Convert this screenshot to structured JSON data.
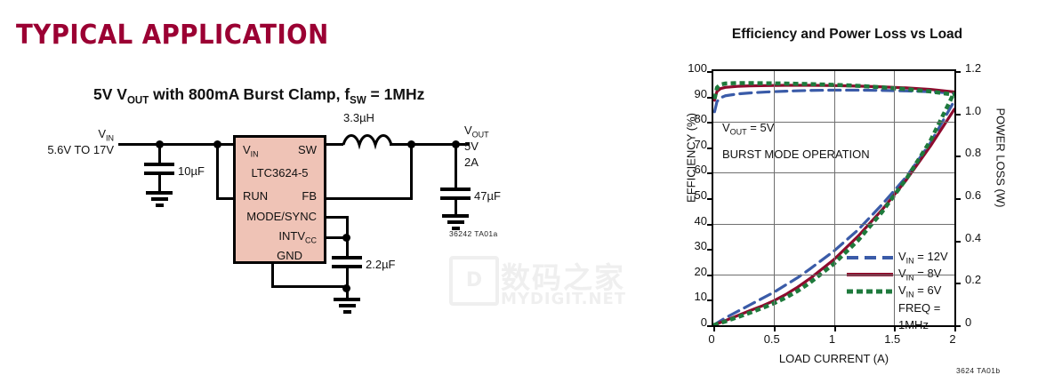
{
  "section": {
    "title": "TYPICAL APPLICATION",
    "title_color": "#9B0033"
  },
  "application": {
    "subtitle_pre": "5V V",
    "subtitle_sub1": "OUT",
    "subtitle_mid": " with 800mA Burst Clamp, f",
    "subtitle_sub2": "SW",
    "subtitle_post": " = 1MHz",
    "caption": "36242 TA01a",
    "ic": {
      "name": "LTC3624-5",
      "fill_color": "#EFC3B6",
      "pins": {
        "vin": "V",
        "vin_sub": "IN",
        "sw": "SW",
        "run": "RUN",
        "fb": "FB",
        "mode_sync": "MODE/SYNC",
        "intvcc": "INTV",
        "intvcc_sub": "CC",
        "gnd": "GND"
      }
    },
    "input": {
      "name": "V",
      "name_sub": "IN",
      "range": "5.6V TO 17V"
    },
    "output": {
      "name": "V",
      "name_sub": "OUT",
      "voltage": "5V",
      "current": "2A"
    },
    "components": {
      "cin": "10µF",
      "inductor": "3.3µH",
      "cout": "47µF",
      "cintvcc": "2.2µF"
    }
  },
  "watermark": {
    "badge": "D",
    "cn": "数码之家",
    "en": "MYDIGIT.NET"
  },
  "chart_caption": "3624 TA01b",
  "chart_data": {
    "type": "line",
    "title": "Efficiency and Power Loss vs Load",
    "xlabel": "LOAD CURRENT (A)",
    "ylabel": "EFFICIENCY (%)",
    "y2label": "POWER LOSS (W)",
    "xlim": [
      0,
      2
    ],
    "ylim": [
      0,
      100
    ],
    "y2lim": [
      0,
      1.2
    ],
    "xticks": [
      "0",
      "0.5",
      "1",
      "1.5",
      "2"
    ],
    "yticks": [
      "0",
      "10",
      "20",
      "30",
      "40",
      "50",
      "60",
      "70",
      "80",
      "90",
      "100"
    ],
    "y2ticks": [
      "0",
      "0.2",
      "0.4",
      "0.6",
      "0.8",
      "1.0",
      "1.2"
    ],
    "grid": true,
    "annotations": [
      {
        "pre": "V",
        "sub": "OUT",
        "post": " = 5V"
      },
      {
        "pre": "BURST MODE OPERATION",
        "sub": "",
        "post": ""
      }
    ],
    "legend": {
      "position": "inside-bottom-right",
      "entries": [
        {
          "pre": "V",
          "sub": "IN",
          "post": " = 12V",
          "color": "#3A5BA8",
          "style": "dashed"
        },
        {
          "pre": "V",
          "sub": "IN",
          "post": " = 8V",
          "color": "#8E0B2E",
          "style": "solid"
        },
        {
          "pre": "V",
          "sub": "IN",
          "post": " = 6V",
          "color": "#1E7A3C",
          "style": "dotted"
        }
      ],
      "note": "FREQ = 1MHz"
    },
    "series": [
      {
        "name": "Efficiency VIN = 12V",
        "axis": "left",
        "color": "#3A5BA8",
        "style": "dashed",
        "x": [
          0.01,
          0.03,
          0.06,
          0.1,
          0.2,
          0.3,
          0.45,
          0.6,
          0.8,
          1.0,
          1.2,
          1.4,
          1.6,
          1.8,
          2.0
        ],
        "y": [
          84.0,
          88.0,
          89.5,
          90.3,
          91.0,
          91.4,
          91.8,
          92.1,
          92.4,
          92.5,
          92.5,
          92.4,
          92.2,
          91.9,
          91.3
        ]
      },
      {
        "name": "Efficiency VIN = 8V",
        "axis": "left",
        "color": "#8E0B2E",
        "style": "solid",
        "x": [
          0.01,
          0.03,
          0.06,
          0.1,
          0.2,
          0.3,
          0.45,
          0.6,
          0.8,
          1.0,
          1.2,
          1.4,
          1.6,
          1.8,
          2.0
        ],
        "y": [
          88.5,
          92.0,
          93.1,
          93.6,
          94.0,
          94.2,
          94.3,
          94.4,
          94.4,
          94.3,
          94.1,
          93.8,
          93.4,
          92.8,
          91.8
        ]
      },
      {
        "name": "Efficiency VIN = 6V",
        "axis": "left",
        "color": "#1E7A3C",
        "style": "dotted",
        "x": [
          0.01,
          0.03,
          0.06,
          0.1,
          0.2,
          0.3,
          0.45,
          0.6,
          0.8,
          1.0,
          1.2,
          1.4,
          1.6,
          1.8,
          2.0
        ],
        "y": [
          89.0,
          93.5,
          94.7,
          95.1,
          95.3,
          95.3,
          95.2,
          95.1,
          94.9,
          94.6,
          94.2,
          93.6,
          92.9,
          92.0,
          90.7
        ]
      },
      {
        "name": "Power Loss VIN = 12V",
        "axis": "right",
        "color": "#3A5BA8",
        "style": "dashed",
        "x": [
          0.0,
          0.1,
          0.2,
          0.3,
          0.4,
          0.5,
          0.6,
          0.7,
          0.8,
          1.0,
          1.2,
          1.4,
          1.6,
          1.8,
          2.0
        ],
        "y": [
          0.0,
          0.035,
          0.065,
          0.095,
          0.125,
          0.155,
          0.19,
          0.225,
          0.265,
          0.35,
          0.45,
          0.57,
          0.7,
          0.86,
          1.06
        ]
      },
      {
        "name": "Power Loss VIN = 8V",
        "axis": "right",
        "color": "#8E0B2E",
        "style": "solid",
        "x": [
          0.0,
          0.1,
          0.2,
          0.3,
          0.4,
          0.5,
          0.6,
          0.7,
          0.8,
          1.0,
          1.2,
          1.4,
          1.6,
          1.8,
          2.0
        ],
        "y": [
          0.0,
          0.022,
          0.045,
          0.068,
          0.09,
          0.115,
          0.145,
          0.18,
          0.22,
          0.31,
          0.42,
          0.545,
          0.685,
          0.845,
          1.02
        ]
      },
      {
        "name": "Power Loss VIN = 6V",
        "axis": "right",
        "color": "#1E7A3C",
        "style": "dotted",
        "x": [
          0.0,
          0.1,
          0.2,
          0.3,
          0.4,
          0.5,
          0.6,
          0.7,
          0.8,
          1.0,
          1.2,
          1.4,
          1.6,
          1.8,
          2.0
        ],
        "y": [
          0.0,
          0.018,
          0.038,
          0.058,
          0.08,
          0.103,
          0.13,
          0.162,
          0.2,
          0.29,
          0.4,
          0.535,
          0.69,
          0.87,
          1.1
        ]
      }
    ]
  }
}
